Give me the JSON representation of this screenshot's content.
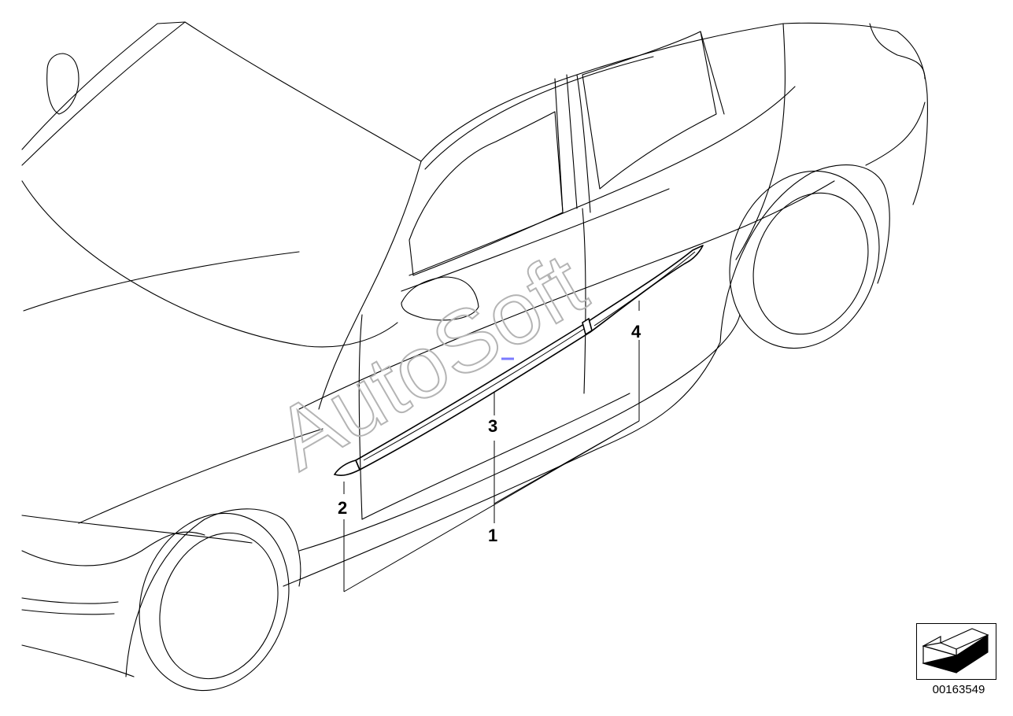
{
  "diagram": {
    "callouts": {
      "c1": "1",
      "c2": "2",
      "c3": "3",
      "c4": "4"
    },
    "watermark": "AutoSoft",
    "reference_number": "00163549",
    "orientation_icon": "arrow-down-left-icon"
  }
}
